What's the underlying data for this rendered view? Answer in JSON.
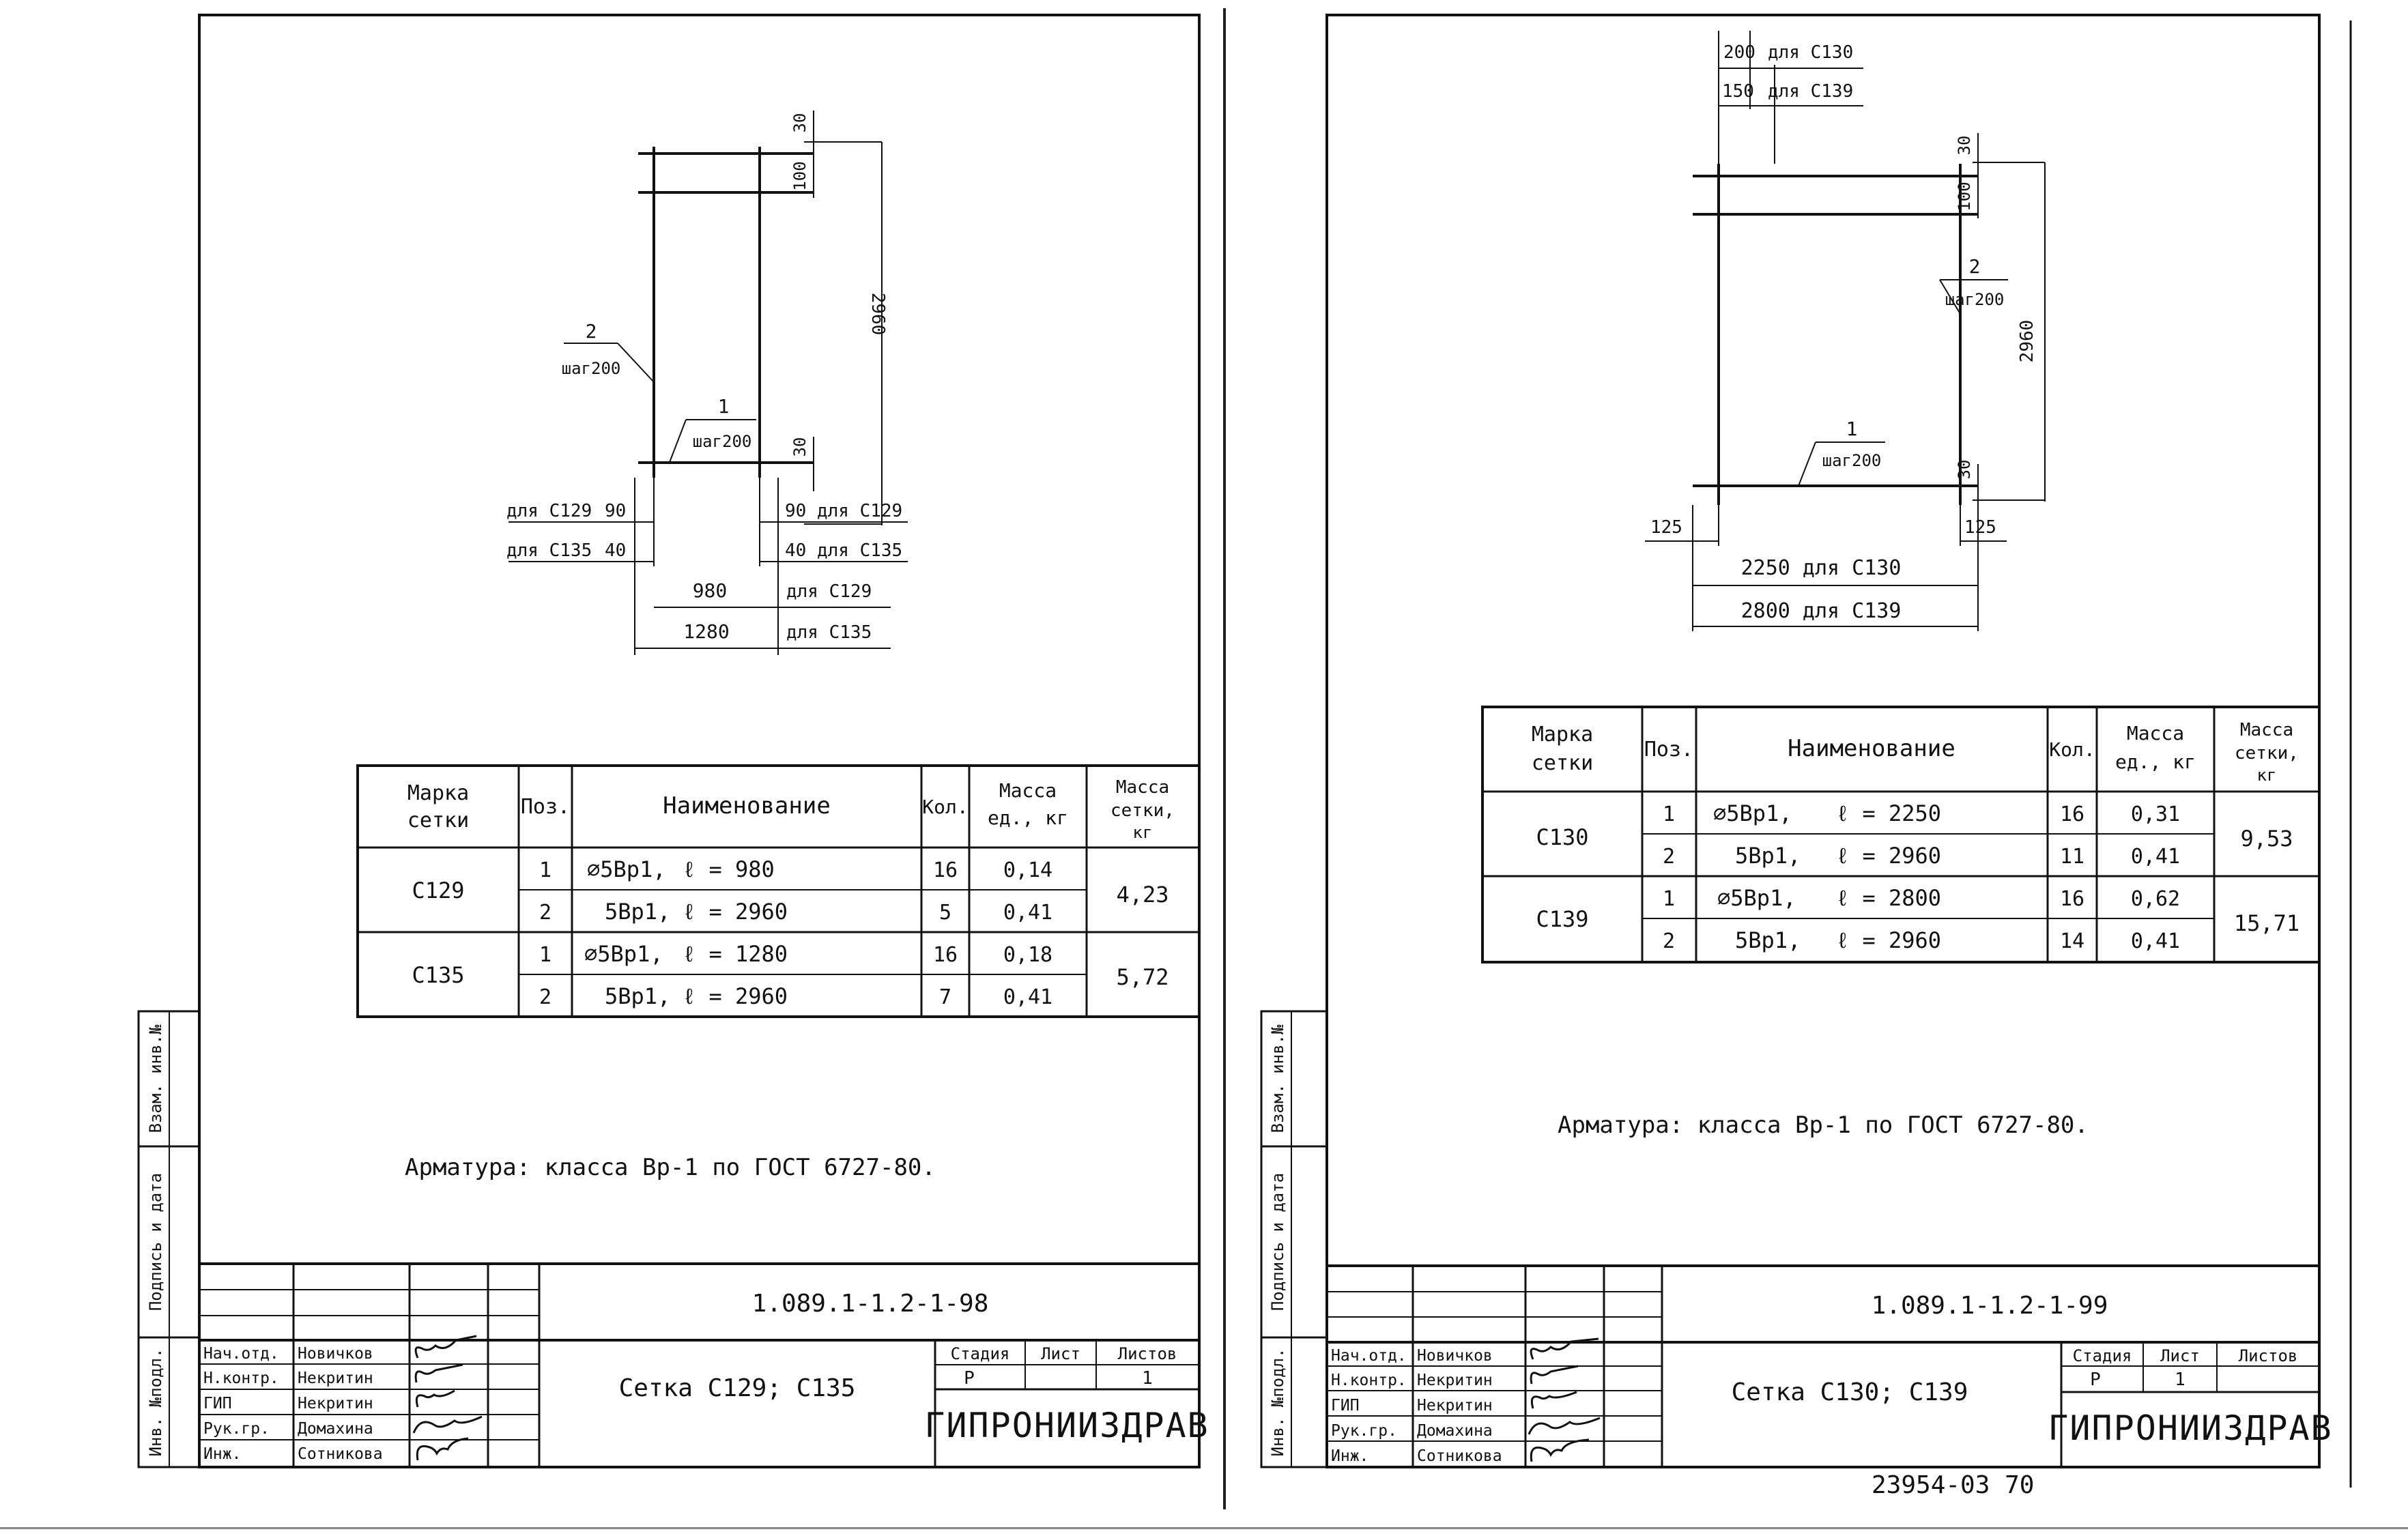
{
  "left": {
    "drawing": {
      "pos2_label": "2",
      "pos2_step": "шаг200",
      "pos1_label": "1",
      "pos1_step": "шаг200",
      "dim_top_30": "30",
      "dim_100": "100",
      "dim_height": "2960",
      "dim_bottom_30": "30",
      "offset_c129_label": "для С129",
      "offset_c129_value": "90",
      "offset_c135_label": "для С135",
      "offset_c135_value": "40",
      "right_offset_c129": "90 для С129",
      "right_offset_c135": "40 для С135",
      "width_c129": "980",
      "width_c129_label": "для С129",
      "width_c135": "1280",
      "width_c135_label": "для С135"
    },
    "table": {
      "headers": {
        "mark_l1": "Марка",
        "mark_l2": "сетки",
        "pos": "Поз.",
        "name": "Наименование",
        "qty": "Кол.",
        "mass_unit_l1": "Масса",
        "mass_unit_l2": "ед., кг",
        "mass_net_l1": "Масса",
        "mass_net_l2": "сетки,",
        "mass_net_l3": "кг"
      },
      "groups": [
        {
          "mark": "С129",
          "total": "4,23",
          "rows": [
            {
              "pos": "1",
              "name": "⌀5Вр1,",
              "length": "ℓ = 980",
              "qty": "16",
              "mass": "0,14"
            },
            {
              "pos": "2",
              "name": "5Вр1,",
              "length": "ℓ = 2960",
              "qty": "5",
              "mass": "0,41"
            }
          ]
        },
        {
          "mark": "С135",
          "total": "5,72",
          "rows": [
            {
              "pos": "1",
              "name": "⌀5Вр1,",
              "length": "ℓ = 1280",
              "qty": "16",
              "mass": "0,18"
            },
            {
              "pos": "2",
              "name": "5Вр1,",
              "length": "ℓ = 2960",
              "qty": "7",
              "mass": "0,41"
            }
          ]
        }
      ]
    },
    "note": "Арматура: класса Вр-1 по ГОСТ 6727-80.",
    "side_stamp": {
      "inv_podl": "Инв. №подл.",
      "podpis_data": "Подпись и дата",
      "vzam_inv": "Взам. инв.№"
    },
    "title_block": {
      "code": "1.089.1-1.2-1-98",
      "title": "Сетка С129; С135",
      "stage_header": "Стадия",
      "sheet_header": "Лист",
      "sheets_header": "Листов",
      "stage": "Р",
      "sheet": "",
      "sheets": "1",
      "org": "ГИПРОНИИЗДРАВ",
      "staff": [
        {
          "role": "Нач.отд.",
          "name": "Новичков"
        },
        {
          "role": "Н.контр.",
          "name": "Некритин"
        },
        {
          "role": "ГИП",
          "name": "Некритин"
        },
        {
          "role": "Рук.гр.",
          "name": "Домахина"
        },
        {
          "role": "Инж.",
          "name": "Сотникова"
        }
      ]
    }
  },
  "right": {
    "drawing": {
      "top_dim_200": "200",
      "top_dim_200_label": "для С130",
      "top_dim_150": "150",
      "top_dim_150_label": "для С139",
      "dim_top_30": "30",
      "dim_100": "100",
      "dim_height": "2960",
      "dim_bottom_30": "30",
      "pos2_label": "2",
      "pos2_step": "шаг200",
      "pos1_label": "1",
      "pos1_step": "шаг200",
      "left_125": "125",
      "right_125": "125",
      "width_c130": "2250 для С130",
      "width_c139": "2800 для С139"
    },
    "table": {
      "headers": {
        "mark_l1": "Марка",
        "mark_l2": "сетки",
        "pos": "Поз.",
        "name": "Наименование",
        "qty": "Кол.",
        "mass_unit_l1": "Масса",
        "mass_unit_l2": "ед., кг",
        "mass_net_l1": "Масса",
        "mass_net_l2": "сетки,",
        "mass_net_l3": "кг"
      },
      "groups": [
        {
          "mark": "С130",
          "total": "9,53",
          "rows": [
            {
              "pos": "1",
              "name": "⌀5Вр1,",
              "length": "ℓ = 2250",
              "qty": "16",
              "mass": "0,31"
            },
            {
              "pos": "2",
              "name": "5Вр1,",
              "length": "ℓ = 2960",
              "qty": "11",
              "mass": "0,41"
            }
          ]
        },
        {
          "mark": "С139",
          "total": "15,71",
          "rows": [
            {
              "pos": "1",
              "name": "⌀5Вр1,",
              "length": "ℓ = 2800",
              "qty": "16",
              "mass": "0,62"
            },
            {
              "pos": "2",
              "name": "5Вр1,",
              "length": "ℓ = 2960",
              "qty": "14",
              "mass": "0,41"
            }
          ]
        }
      ]
    },
    "note": "Арматура: класса Вр-1 по ГОСТ 6727-80.",
    "side_stamp": {
      "inv_podl": "Инв. №подл.",
      "podpis_data": "Подпись и дата",
      "vzam_inv": "Взам. инв.№"
    },
    "title_block": {
      "code": "1.089.1-1.2-1-99",
      "title": "Сетка С130; С139",
      "stage_header": "Стадия",
      "sheet_header": "Лист",
      "sheets_header": "Листов",
      "stage": "Р",
      "sheet": "1",
      "sheets": "",
      "org": "ГИПРОНИИЗДРАВ",
      "staff": [
        {
          "role": "Нач.отд.",
          "name": "Новичков"
        },
        {
          "role": "Н.контр.",
          "name": "Некритин"
        },
        {
          "role": "ГИП",
          "name": "Некритин"
        },
        {
          "role": "Рук.гр.",
          "name": "Домахина"
        },
        {
          "role": "Инж.",
          "name": "Сотникова"
        }
      ]
    },
    "bottom_code": "23954-03  70"
  }
}
